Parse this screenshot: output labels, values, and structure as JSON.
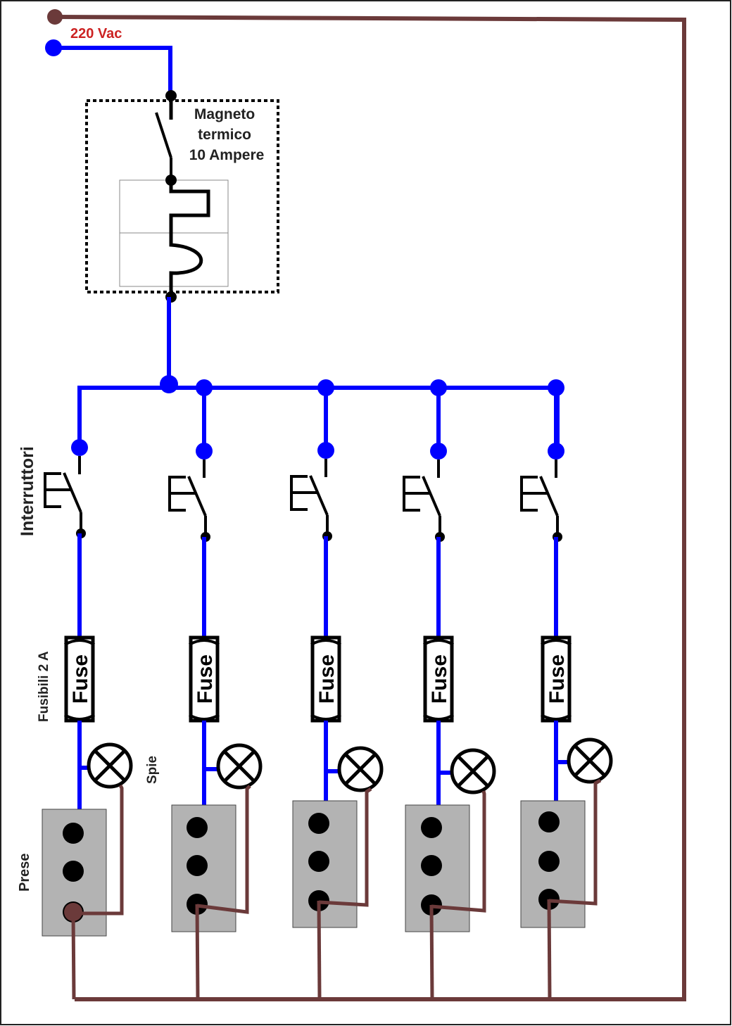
{
  "labels": {
    "supply": "220 Vac",
    "breaker_line1": "Magneto",
    "breaker_line2": "termico",
    "breaker_line3": "10 Ampere",
    "switches": "Interruttori",
    "fuses": "Fusibili 2 A",
    "lamps": "Spie",
    "sockets": "Prese",
    "fuse": "Fuse"
  },
  "colors": {
    "phase": "#0000ff",
    "neutral": "#6b3a3a",
    "supply_label": "#cc2222",
    "socket_body": "#b3b3b3",
    "symbol": "#000000"
  },
  "icons": {
    "switch": "pushbutton-switch-symbol",
    "fuse": "fuse-symbol",
    "lamp": "indicator-lamp-symbol",
    "socket": "power-socket-symbol",
    "breaker": "thermal-magnetic-breaker-symbol"
  },
  "branch_count": 5
}
